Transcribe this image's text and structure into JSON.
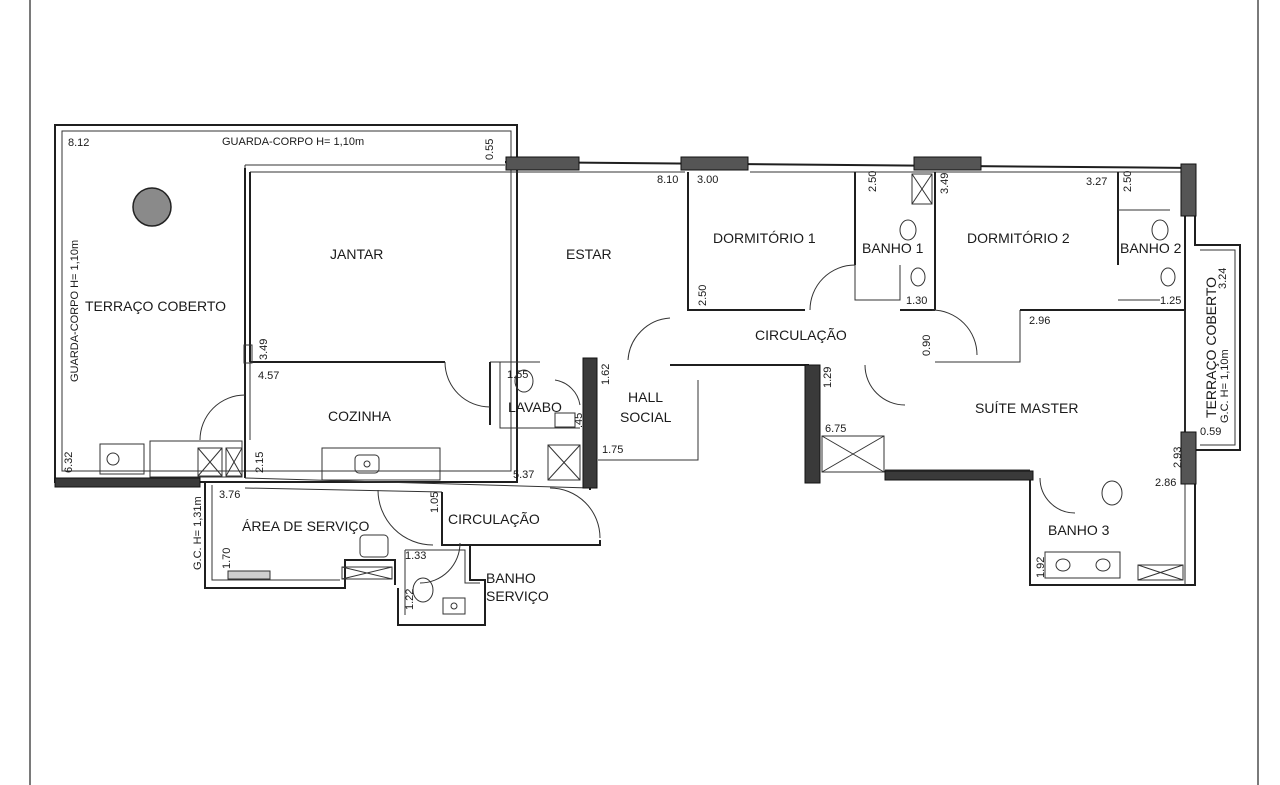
{
  "rooms": {
    "terraco_coberto": "TERRAÇO COBERTO",
    "jantar": "JANTAR",
    "estar": "ESTAR",
    "dormitorio1": "DORMITÓRIO 1",
    "banho1": "BANHO 1",
    "dormitorio2": "DORMITÓRIO 2",
    "banho2": "BANHO 2",
    "circulacao_top": "CIRCULAÇÃO",
    "suite_master": "SUÍTE MASTER",
    "terraco_coberto_right": "TERRAÇO COBERTO",
    "hall_line1": "HALL",
    "hall_line2": "SOCIAL",
    "lavabo": "LAVABO",
    "cozinha": "COZINHA",
    "area_servico": "ÁREA DE SERVIÇO",
    "circulacao_bottom": "CIRCULAÇÃO",
    "banho_servico_line1": "BANHO",
    "banho_servico_line2": "SERVIÇO",
    "banho3": "BANHO 3"
  },
  "notes": {
    "guarda_corpo_top": "GUARDA-CORPO H= 1,10m",
    "guarda_corpo_left": "GUARDA-CORPO H= 1,10m",
    "gc_left_bottom": "G.C. H= 1,31m",
    "gc_right": "G.C. H= 1,10m"
  },
  "dims": {
    "d_8_12": "8.12",
    "d_0_55": "0.55",
    "d_8_10": "8.10",
    "d_3_00": "3.00",
    "d_2_50_a": "2.50",
    "d_3_49_top": "3.49",
    "d_3_27": "3.27",
    "d_2_50_b": "2.50",
    "d_2_50_c": "2.50",
    "d_1_30": "1.30",
    "d_1_25": "1.25",
    "d_3_24": "3.24",
    "d_3_49_left": "3.49",
    "d_4_57": "4.57",
    "d_0_90": "0.90",
    "d_2_96": "2.96",
    "d_1_55": "1.55",
    "d_1_62": "1.62",
    "d_0_45": ".45",
    "d_1_29": "1.29",
    "d_0_59": "0.59",
    "d_6_32": "6.32",
    "d_2_15": "2.15",
    "d_1_75": "1.75",
    "d_6_75": "6.75",
    "d_2_93": "2.93",
    "d_3_76": "3.76",
    "d_5_37": "5.37",
    "d_2_86": "2.86",
    "d_1_05": "1.05",
    "d_1_70": "1.70",
    "d_1_33": "1.33",
    "d_1_22": "1.22",
    "d_1_92": "1.92"
  }
}
